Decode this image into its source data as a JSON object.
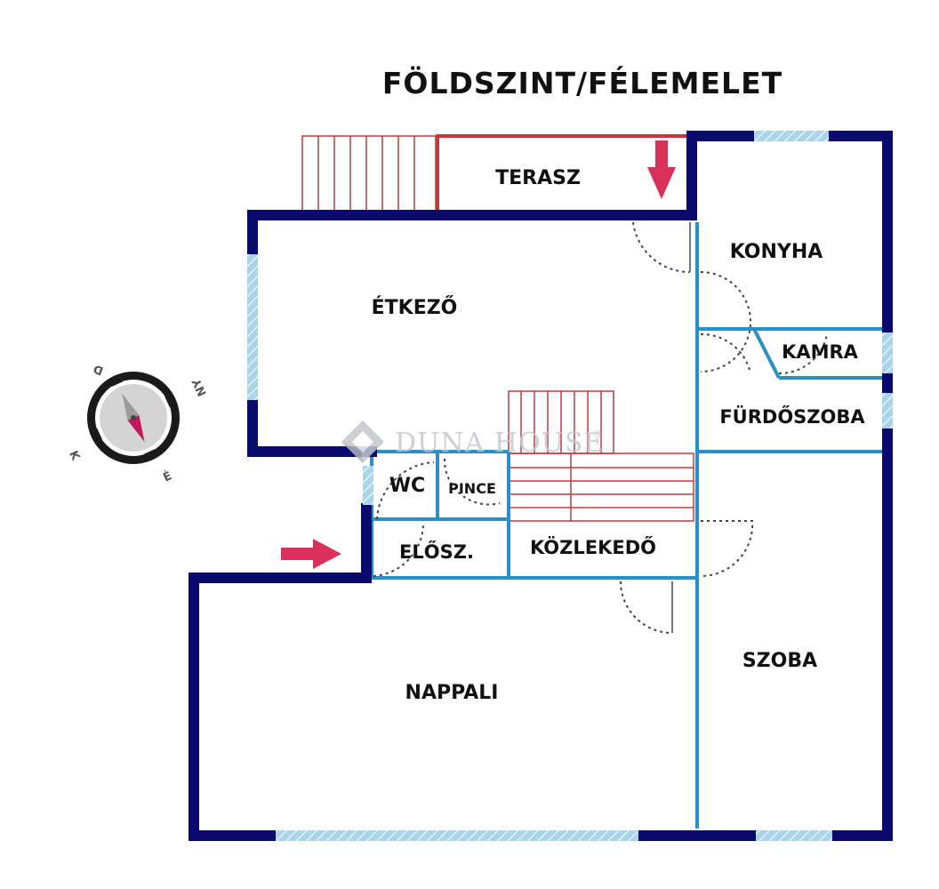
{
  "title": "FÖLDSZINT/FÉLEMELET",
  "watermark": "DUNA HOUSE",
  "watermark_mark": "®",
  "rooms": {
    "terasz": "TERASZ",
    "etkezo": "ÉTKEZŐ",
    "konyha": "KONYHA",
    "kamra": "KAMRA",
    "furdoszoba": "FÜRDŐSZOBA",
    "wc": "WC",
    "pince": "PINCE",
    "eloszoba": "ELŐSZ.",
    "kozlekedo": "KÖZLEKEDŐ",
    "nappali": "NAPPALI",
    "szoba": "SZOBA"
  },
  "compass": {
    "north": "É",
    "east": "K",
    "south": "D",
    "west": "NY"
  },
  "colors": {
    "outer_wall": "#0b0b6e",
    "inner_wall": "#2a8fc4",
    "window": "#a9d4ea",
    "stair": "#c0393b",
    "arrow": "#d8325a"
  }
}
